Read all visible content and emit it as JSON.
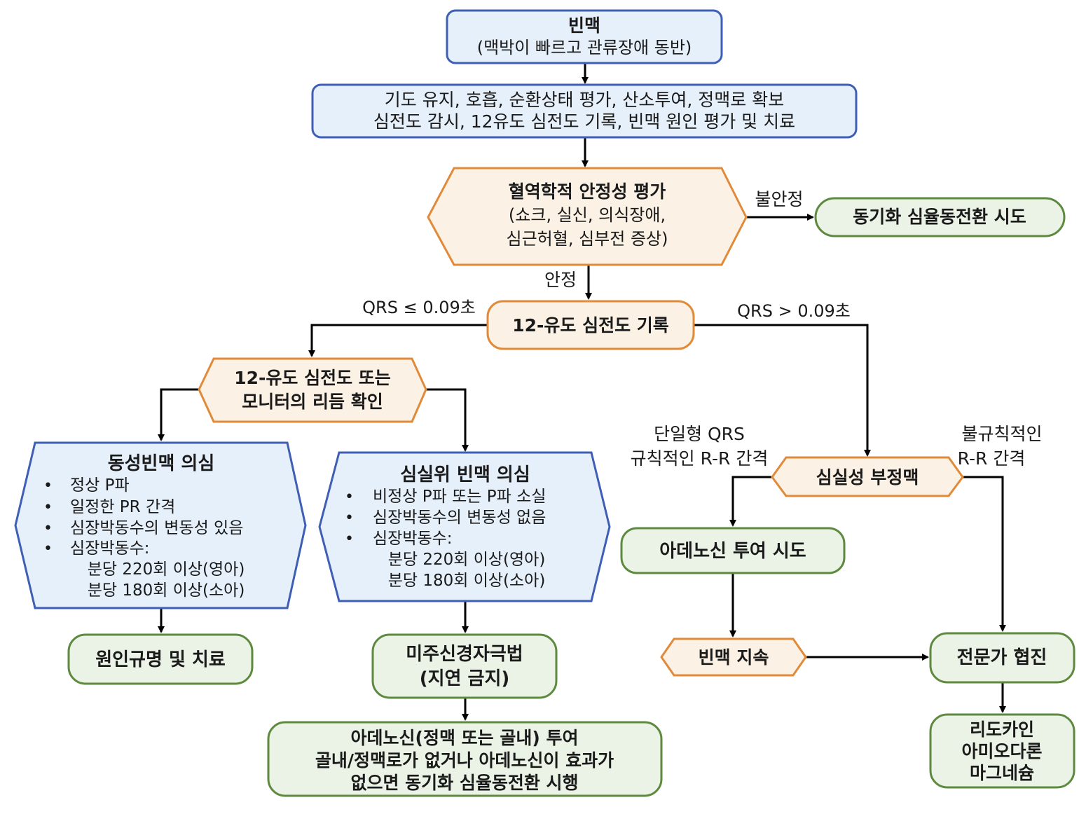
{
  "nodes": {
    "tachycardia": {
      "title": "빈맥",
      "subtitle": "(맥박이 빠르고 관류장애 동반)"
    },
    "initial_care": {
      "line1": "기도 유지, 호흡, 순환상태 평가, 산소투여, 정맥로 확보",
      "line2": "심전도 감시, 12유도 심전도 기록, 빈맥 원인 평가 및 치료"
    },
    "hemodynamic": {
      "title": "혈역학적 안정성 평가",
      "line1": "(쇼크, 실신, 의식장애,",
      "line2": "심근허혈, 심부전 증상)"
    },
    "cardioversion": {
      "label": "동기화 심율동전환 시도"
    },
    "ecg12": {
      "label": "12-유도 심전도 기록"
    },
    "rhythm_check": {
      "line1": "12-유도 심전도 또는",
      "line2": "모니터의 리듬 확인"
    },
    "sinus": {
      "title": "동성빈맥 의심",
      "bullets": [
        "정상 P파",
        "일정한 PR 간격",
        "심장박동수의 변동성 있음",
        "심장박동수:"
      ],
      "rate1": "분당 220회 이상(영아)",
      "rate2": "분당 180회 이상(소아)"
    },
    "svt": {
      "title": "심실위 빈맥 의심",
      "bullets": [
        "비정상 P파 또는 P파 소실",
        "심장박동수의 변동성 없음",
        "심장박동수:"
      ],
      "rate1": "분당 220회 이상(영아)",
      "rate2": "분당 180회 이상(소아)"
    },
    "cause_treat": {
      "label": "원인규명 및 치료"
    },
    "vagal": {
      "line1": "미주신경자극법",
      "line2": "(지연 금지)"
    },
    "adenosine_svt": {
      "line1": "아데노신(정맥 또는 골내) 투여",
      "line2": "골내/정맥로가 없거나 아데노신이 효과가",
      "line3": "없으면 동기화 심율동전환 시행"
    },
    "wide_qrs": {
      "label": "심실성 부정맥"
    },
    "adenosine_try": {
      "label": "아데노신 투여 시도"
    },
    "persist": {
      "label": "빈맥 지속"
    },
    "expert": {
      "label": "전문가 협진"
    },
    "drugs": {
      "line1": "리도카인",
      "line2": "아미오다론",
      "line3": "마그네슘"
    }
  },
  "edge_labels": {
    "unstable": "불안정",
    "stable": "안정",
    "narrow_qrs": "QRS ≤ 0.09초",
    "wide_qrs": "QRS > 0.09초",
    "monomorphic_line1": "단일형 QRS",
    "monomorphic_line2": "규칙적인 R-R 간격",
    "irregular_line1": "불규칙적인",
    "irregular_line2": "R-R 간격"
  },
  "colors": {
    "blue_border": "#3f5fb5",
    "blue_fill": "#e6f0fb",
    "orange_border": "#e08a3a",
    "orange_fill": "#fbf1e4",
    "green_border": "#5e8a3f",
    "green_fill": "#eaf3e6",
    "arrow": "#000000"
  }
}
